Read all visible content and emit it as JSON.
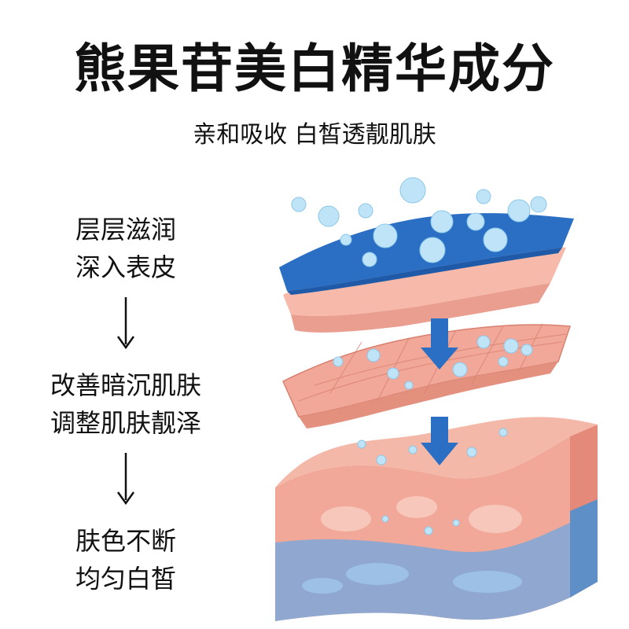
{
  "header": {
    "title": "熊果苷美白精华成分",
    "subtitle": "亲和吸收 白皙透靓肌肤"
  },
  "steps": [
    {
      "line1": "层层滋润",
      "line2": "深入表皮"
    },
    {
      "line1": "改善暗沉肌肤",
      "line2": "调整肌肤靓泽"
    },
    {
      "line1": "肤色不断",
      "line2": "均匀白皙"
    }
  ],
  "colors": {
    "serum_blue": "#2a6fc4",
    "bubble": "#bfe4f7",
    "skin_pink": "#f1a899",
    "deep_blue": "#6a9fd6"
  },
  "icons": [
    "arrow-down-icon",
    "arrow-down-icon",
    "skin-layers-illustration"
  ]
}
